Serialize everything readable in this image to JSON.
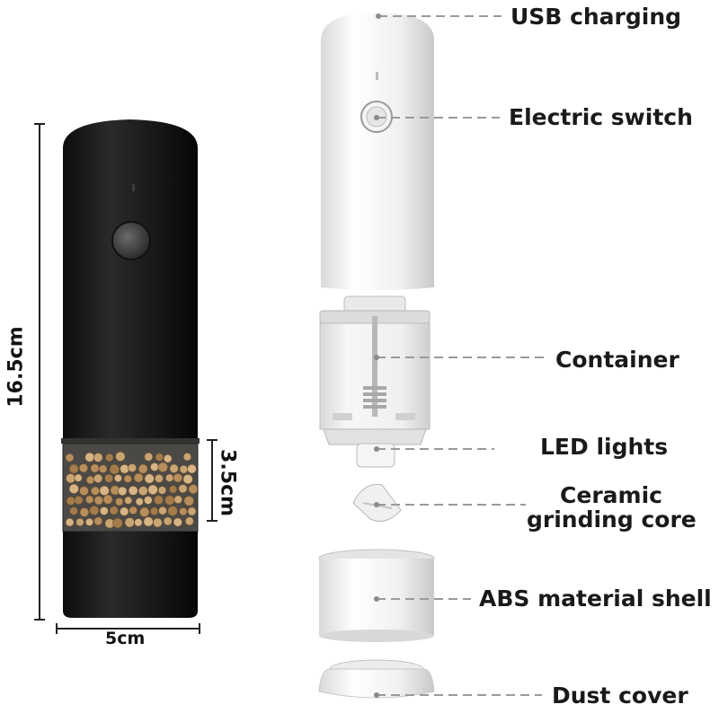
{
  "labels": {
    "usb_charging": "USB charging",
    "electric_switch": "Electric switch",
    "container": "Container",
    "led_lights": "LED lights",
    "ceramic_line1": "Ceramic",
    "ceramic_line2": "grinding core",
    "abs_shell": "ABS material shell",
    "dust_cover": "Dust cover"
  },
  "dimensions": {
    "height": "16.5cm",
    "width": "5cm",
    "container_height": "3.5cm"
  },
  "colors": {
    "grinder_body": "#131313",
    "white_parts": "#f4f4f4",
    "leader_line": "#9a9a9a",
    "dimension_line": "#222222"
  }
}
